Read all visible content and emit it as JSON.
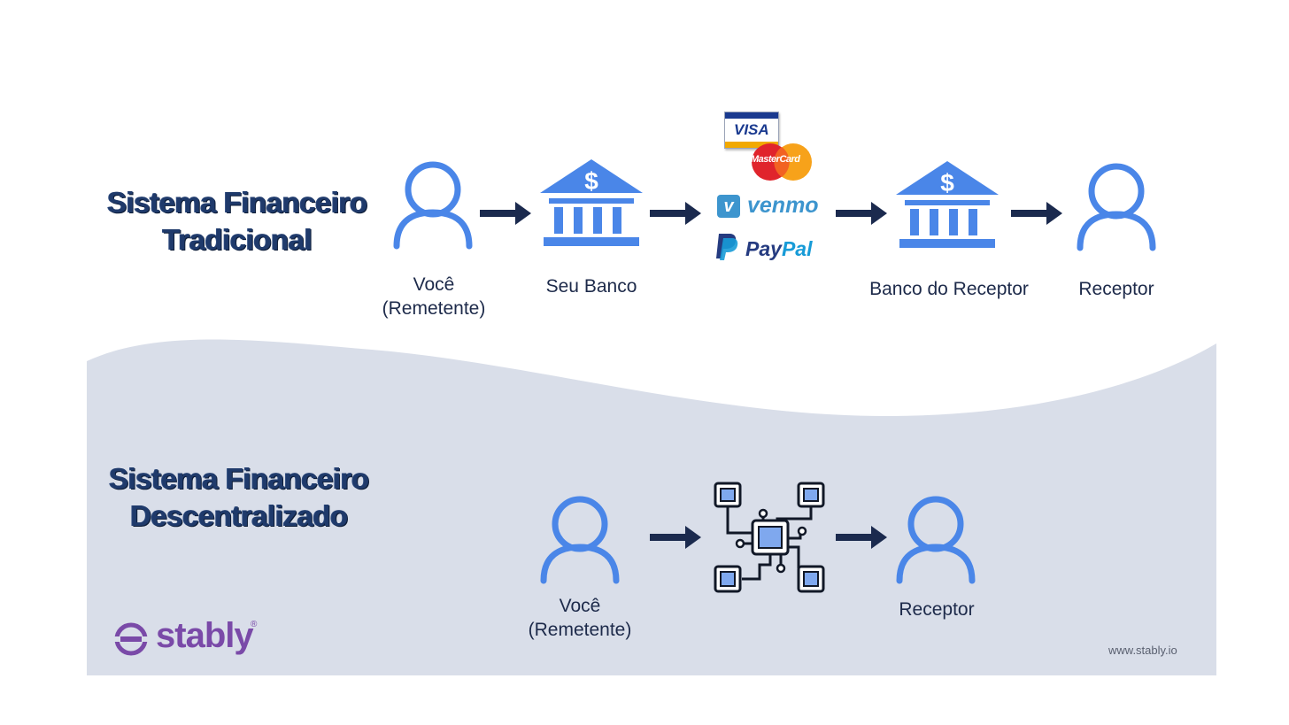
{
  "traditional": {
    "title_line1": "Sistema Financeiro",
    "title_line2": "Tradicional",
    "nodes": {
      "sender_line1": "Você",
      "sender_line2": "(Remetente)",
      "bank": "Seu Banco",
      "receiver_bank": "Banco do Receptor",
      "receiver": "Receptor"
    },
    "payment_brands": {
      "visa": "VISA",
      "mastercard": "MasterCard",
      "venmo": "venmo",
      "paypal_pay": "Pay",
      "paypal_pal": "Pal"
    }
  },
  "decentralized": {
    "title_line1": "Sistema Financeiro",
    "title_line2": "Descentralizado",
    "nodes": {
      "sender_line1": "Você",
      "sender_line2": "(Remetente)",
      "receiver": "Receptor"
    }
  },
  "brand": {
    "name": "stably",
    "registered": "®",
    "url": "www.stably.io"
  },
  "colors": {
    "icon_blue": "#4a86e8",
    "arrow_navy": "#1b2a4e",
    "title_navy": "#1f3a6b",
    "band_gray": "#d9dee9",
    "brand_purple": "#7a4aa8"
  }
}
